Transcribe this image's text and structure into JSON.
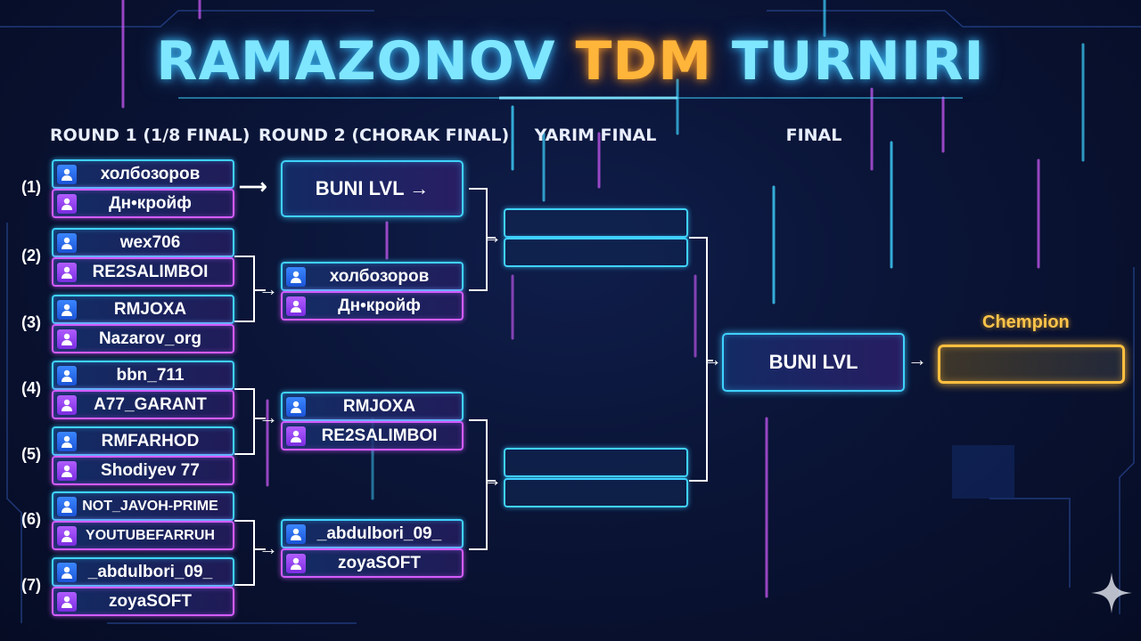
{
  "title": {
    "part1": "RAMAZONOV",
    "part2": "TDM",
    "part3": "TURNIRI"
  },
  "rounds": {
    "r1": "ROUND 1 (1/8 FINAL)",
    "r2": "ROUND 2 (CHORAK FINAL)",
    "semi": "YARIM FINAL",
    "final": "FINAL"
  },
  "round1": [
    {
      "seed": "(1)",
      "top": "холбозоров",
      "bottom": "Дн•кройф"
    },
    {
      "seed": "(2)",
      "top": "wex706",
      "bottom": "RE2SALIMBOI"
    },
    {
      "seed": "(3)",
      "top": "RMJOXA",
      "bottom": "Nazarov_org"
    },
    {
      "seed": "(4)",
      "top": "bbn_711",
      "bottom": "A77_GARANT"
    },
    {
      "seed": "(5)",
      "top": "RMFARHOD",
      "bottom": "Shodiyev 77"
    },
    {
      "seed": "(6)",
      "top": "NOT_JAVOH-PRIME",
      "bottom": "YOUTUBEFARRUH"
    },
    {
      "seed": "(7)",
      "top": "_abdulbori_09_",
      "bottom": "zoyaSOFT"
    }
  ],
  "round2": {
    "bye": "BUNI LVL →",
    "matches": [
      {
        "top": "холбозоров",
        "bottom": "Дн•кройф"
      },
      {
        "top": "RMJOXA",
        "bottom": "RE2SALIMBOI"
      },
      {
        "top": "_abdulbori_09_",
        "bottom": "zoyaSOFT"
      }
    ]
  },
  "final": {
    "player": "BUNI LVL"
  },
  "champion": {
    "label": "Chempion",
    "name": ""
  },
  "colors": {
    "cyan": "#3fd2ff",
    "magenta": "#d35cff",
    "gold": "#ffbf3f"
  },
  "icons": {
    "player": "user-icon"
  }
}
